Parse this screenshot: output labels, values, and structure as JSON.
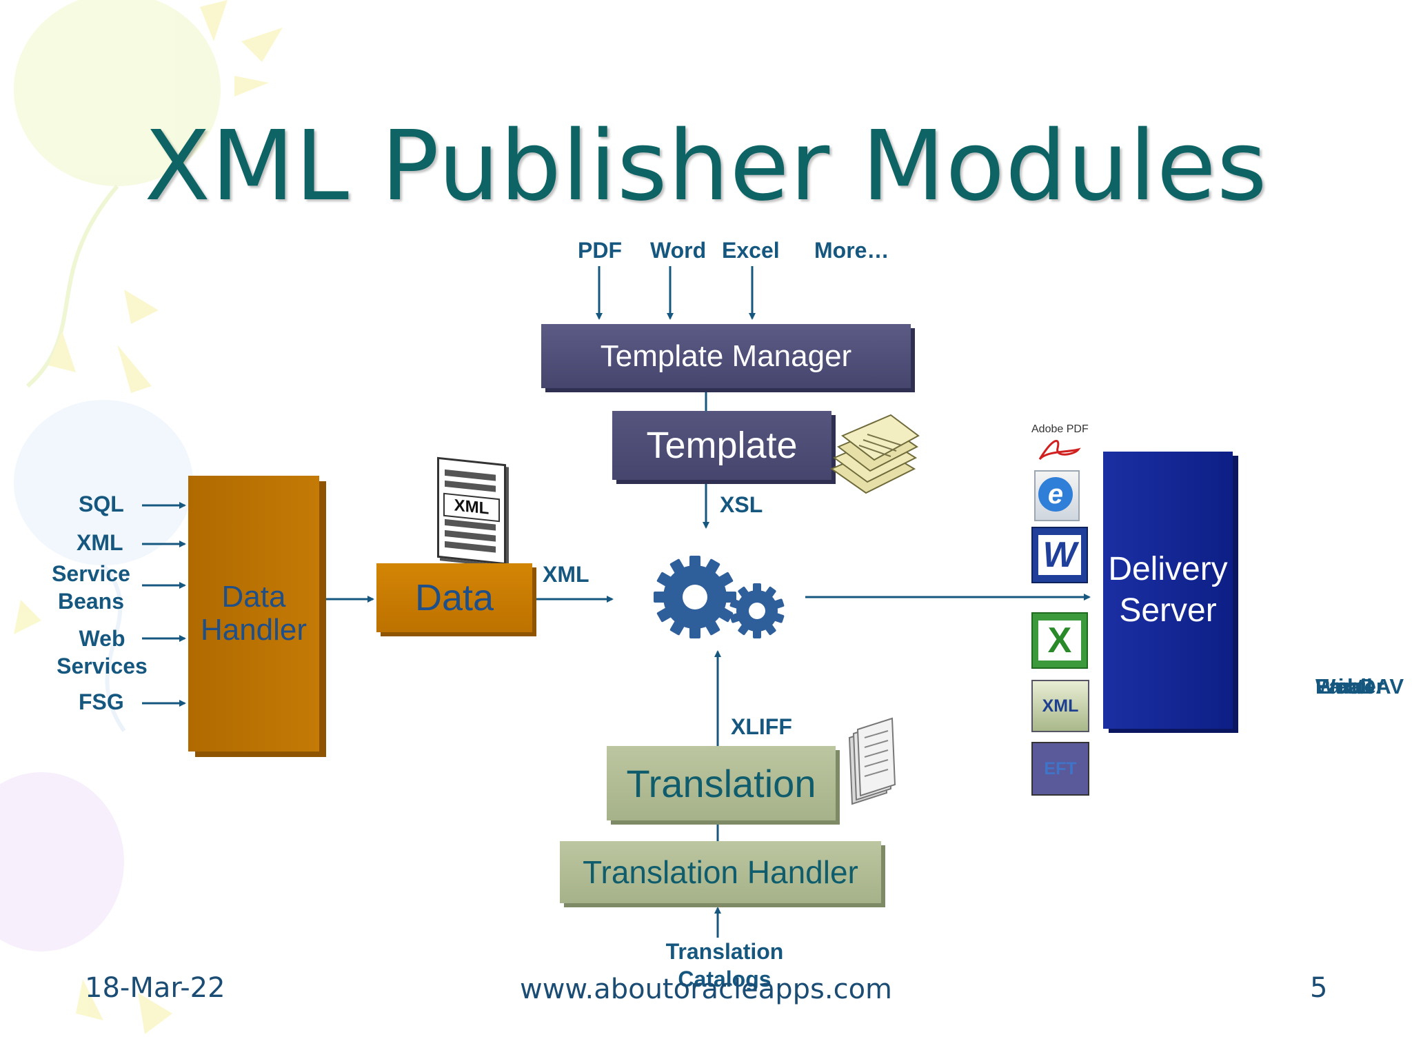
{
  "slide": {
    "title": "XML Publisher Modules",
    "date": "18-Mar-22",
    "website": "www.aboutoracleapps.com",
    "page_number": "5"
  },
  "template_inputs": [
    "PDF",
    "Word",
    "Excel",
    "More…"
  ],
  "data_sources": {
    "sql": "SQL",
    "xml": "XML",
    "service_beans": [
      "Service",
      "Beans"
    ],
    "web_services": [
      "Web",
      "Services"
    ],
    "fsg": "FSG"
  },
  "boxes": {
    "template_manager": "Template Manager",
    "template": "Template",
    "data_handler": [
      "Data",
      "Handler"
    ],
    "data": "Data",
    "delivery_server": [
      "Delivery",
      "Server"
    ],
    "translation": "Translation",
    "translation_handler": "Translation Handler"
  },
  "flow_labels": {
    "xsl": "XSL",
    "xml": "XML",
    "xliff": "XLIFF",
    "translation_catalogs": [
      "Translation",
      "Catalogs"
    ]
  },
  "output_icons": {
    "adobe_pdf": "Adobe PDF",
    "xml_badge": "XML",
    "eft_badge": "EFT",
    "xml_document": "XML"
  },
  "colors": {
    "title": "#0e6464",
    "label": "#15577f",
    "template_boxes": "#4f4f78",
    "data_boxes": "#c47a05",
    "delivery_server": "#13279a",
    "translation_boxes": "#b0bb94",
    "gears": "#2f5f9a"
  }
}
